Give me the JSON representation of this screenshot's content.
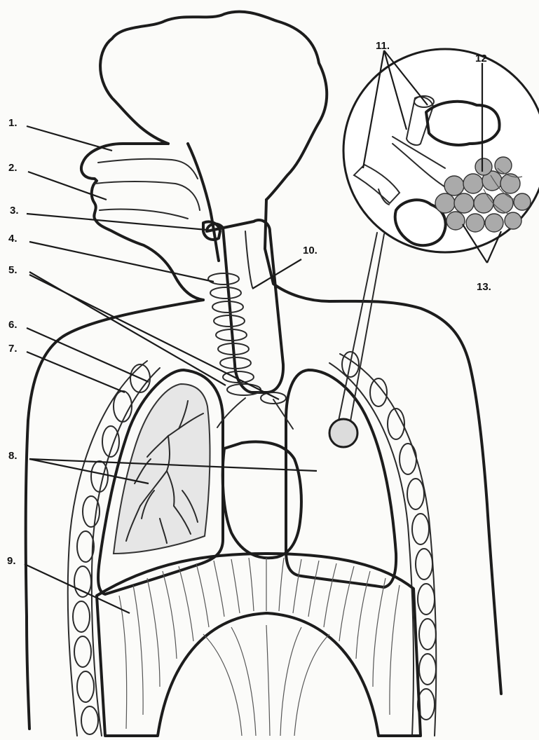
{
  "labels": {
    "l1": "1.",
    "l2": "2.",
    "l3": "3.",
    "l4": "4.",
    "l5": "5.",
    "l6": "6.",
    "l7": "7.",
    "l8": "8.",
    "l9": "9.",
    "l10": "10.",
    "l11": "11.",
    "l12": "12",
    "l13": "13."
  },
  "colors": {
    "ink": "#1c1c1c",
    "lung_fill": "#bcbcbc",
    "alveoli_fill": "#a9a9a9",
    "paper": "#fbfbf9"
  }
}
